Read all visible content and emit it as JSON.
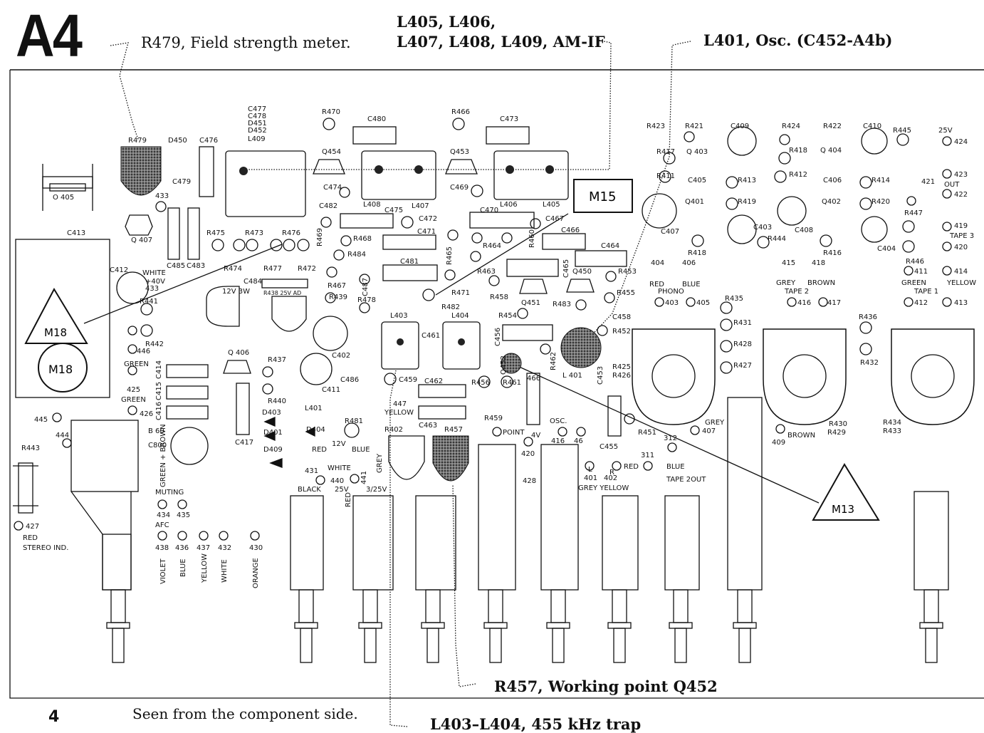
{
  "page": {
    "section_code": "A4",
    "page_number": "4",
    "footer_note": "Seen from the component side."
  },
  "callouts": {
    "r479": "R479, Field strength meter.",
    "am_if_line1": "L405, L406,",
    "am_if_line2": "L407, L408, L409, AM-IF",
    "l401": "L401, Osc. (C452-A4b)",
    "r457": "R457, Working point Q452",
    "l403": "L403–L404, 455 kHz trap"
  },
  "test_points": {
    "m15": "M15",
    "m18_triangle": "M18",
    "m18_circle": "M18",
    "m13": "M13"
  },
  "board_labels": {
    "r479": "R479",
    "d450": "D450",
    "c476": "C476",
    "c479": "C479",
    "c477": "C477",
    "c478": "C478",
    "d451": "D451",
    "d452": "D452",
    "l409": "L409",
    "r470": "R470",
    "c480": "C480",
    "r466": "R466",
    "c473": "C473",
    "q454": "Q454",
    "q453": "Q453",
    "o405": "O 405",
    "n433a": "433",
    "q407": "Q 407",
    "c413": "C413",
    "c485": "C485",
    "c483": "C483",
    "r475": "R475",
    "r473": "R473",
    "r476": "R476",
    "r474": "R474",
    "r477": "R477",
    "r472": "R472",
    "c474": "C474",
    "c482": "C482",
    "c475": "C475",
    "c472": "C472",
    "l408": "L408",
    "l407": "L407",
    "c469": "C469",
    "c470": "C470",
    "l406": "L406",
    "l405": "L405",
    "c467": "C467",
    "c471": "C471",
    "r468": "R468",
    "r469": "R469",
    "r484": "R484",
    "r467": "R467",
    "r439": "R439",
    "c487": "C487",
    "r478": "R478",
    "c481": "C481",
    "r465": "R465",
    "r464": "R464",
    "r460": "R460",
    "c466": "C466",
    "c464": "C464",
    "c465": "C465",
    "q450": "Q450",
    "r453": "R453",
    "r463": "R463",
    "r458": "R458",
    "r471": "R471",
    "r455": "R455",
    "q451": "Q451",
    "r483": "R483",
    "c458": "C458",
    "c412": "C412",
    "white": "WHITE",
    "v40": "+40V",
    "n433b": "433",
    "r441": "R441",
    "c484": "C484",
    "v12w3": "12V 3W",
    "r438": "R438 25V AD",
    "r442": "R442",
    "n446": "446",
    "green1": "GREEN",
    "n425": "425",
    "green2": "GREEN",
    "n426": "426",
    "c414": "C414",
    "c415": "C415",
    "c416": "C416",
    "q406": "Q 406",
    "r437": "R437",
    "r440": "R440",
    "c402": "C402",
    "c411": "C411",
    "l403": "L403",
    "l404": "L404",
    "c461": "C461",
    "c456": "C456",
    "r454": "R454",
    "r482": "R482",
    "c486": "C486",
    "c459": "C459",
    "c462": "C462",
    "n447": "447",
    "yellow": "YELLOW",
    "r456": "R456",
    "r461": "R461",
    "n466": "466",
    "q452": "Q452",
    "r462": "R462",
    "l401": "L 401",
    "c453": "C453",
    "r452": "R452",
    "r425": "R425",
    "r426": "R426",
    "n445": "445",
    "n444": "444",
    "b60": "B 60",
    "c800": "C800",
    "c417": "C417",
    "d403": "D403",
    "d401": "D401",
    "d409": "D409",
    "l401b": "L401",
    "d404": "D404",
    "red1": "RED",
    "v12": "12V",
    "r481": "R481",
    "blue1": "BLUE",
    "white2": "WHITE",
    "grey1": "GREY",
    "r402": "R402",
    "r457": "R457",
    "c463": "C463",
    "r459": "R459",
    "point": "POINT",
    "v4": "4V",
    "osc": "OSC.",
    "n416": "416",
    "n46": "46",
    "n420": "420",
    "n428": "428",
    "c455": "C455",
    "r451": "R451",
    "n311": "311",
    "n312": "312",
    "red2": "RED",
    "blue2": "BLUE",
    "tape2out": "TAPE 2OUT",
    "r_lr": "R",
    "l_lr": "L",
    "n401": "401",
    "n402": "402",
    "grey_yellow": "GREY YELLOW",
    "r443": "R443",
    "n427": "427",
    "red3": "RED",
    "stereo_ind": "STEREO IND.",
    "green_brown": "GREEN + BROWN",
    "muting": "MUTING",
    "n434": "434",
    "n435": "435",
    "afc": "AFC",
    "n438": "438",
    "n436": "436",
    "n437": "437",
    "n432": "432",
    "n430": "430",
    "violet": "VIOLET",
    "blue3": "BLUE",
    "yellow2": "YELLOW",
    "white3": "WHITE",
    "orange": "ORANGE",
    "n431": "431",
    "black": "BLACK",
    "n440": "440",
    "v25": "25V",
    "red4": "RED",
    "n441": "441",
    "v3_25": "3/25V",
    "r423": "R423",
    "r421": "R421",
    "c409": "C409",
    "r424": "R424",
    "r422": "R422",
    "c410": "C410",
    "r445": "R445",
    "v25b": "25V",
    "n424": "424",
    "r417": "R417",
    "q403": "Q 403",
    "r418a": "R418",
    "q404": "Q 404",
    "r411": "R411",
    "c405": "C405",
    "r413": "R413",
    "r412": "R412",
    "c406": "C406",
    "r414": "R414",
    "n421": "421",
    "n423": "423",
    "out": "OUT",
    "n422": "422",
    "q401": "Q401",
    "r419": "R419",
    "q402": "Q402",
    "r420": "R420",
    "r447": "R447",
    "n419": "419",
    "tape3": "TAPE 3",
    "n420b": "420",
    "c407": "C407",
    "c403": "C403",
    "r444": "R444",
    "c408": "C408",
    "r416": "R416",
    "c404": "C404",
    "r418b": "R418",
    "r446": "R446",
    "n404": "404",
    "n406": "406",
    "red5": "RED",
    "blue4": "BLUE",
    "phono": "PHONO",
    "n415": "415",
    "n418": "418",
    "grey2": "GREY",
    "brown1": "BROWN",
    "tape2": "TAPE 2",
    "n411": "411",
    "n414": "414",
    "green3": "GREEN",
    "yellow3": "YELLOW",
    "tape1": "TAPE 1",
    "n403": "403",
    "n405": "405",
    "r435": "R435",
    "n416b": "416",
    "n417": "417",
    "n412": "412",
    "n413": "413",
    "r436": "R436",
    "r431": "R431",
    "r428": "R428",
    "r427": "R427",
    "r432": "R432",
    "grey3": "GREY",
    "n407": "407",
    "brown2": "BROWN",
    "n409": "409",
    "r430": "R430",
    "r429": "R429",
    "r434": "R434",
    "r433": "R433"
  }
}
